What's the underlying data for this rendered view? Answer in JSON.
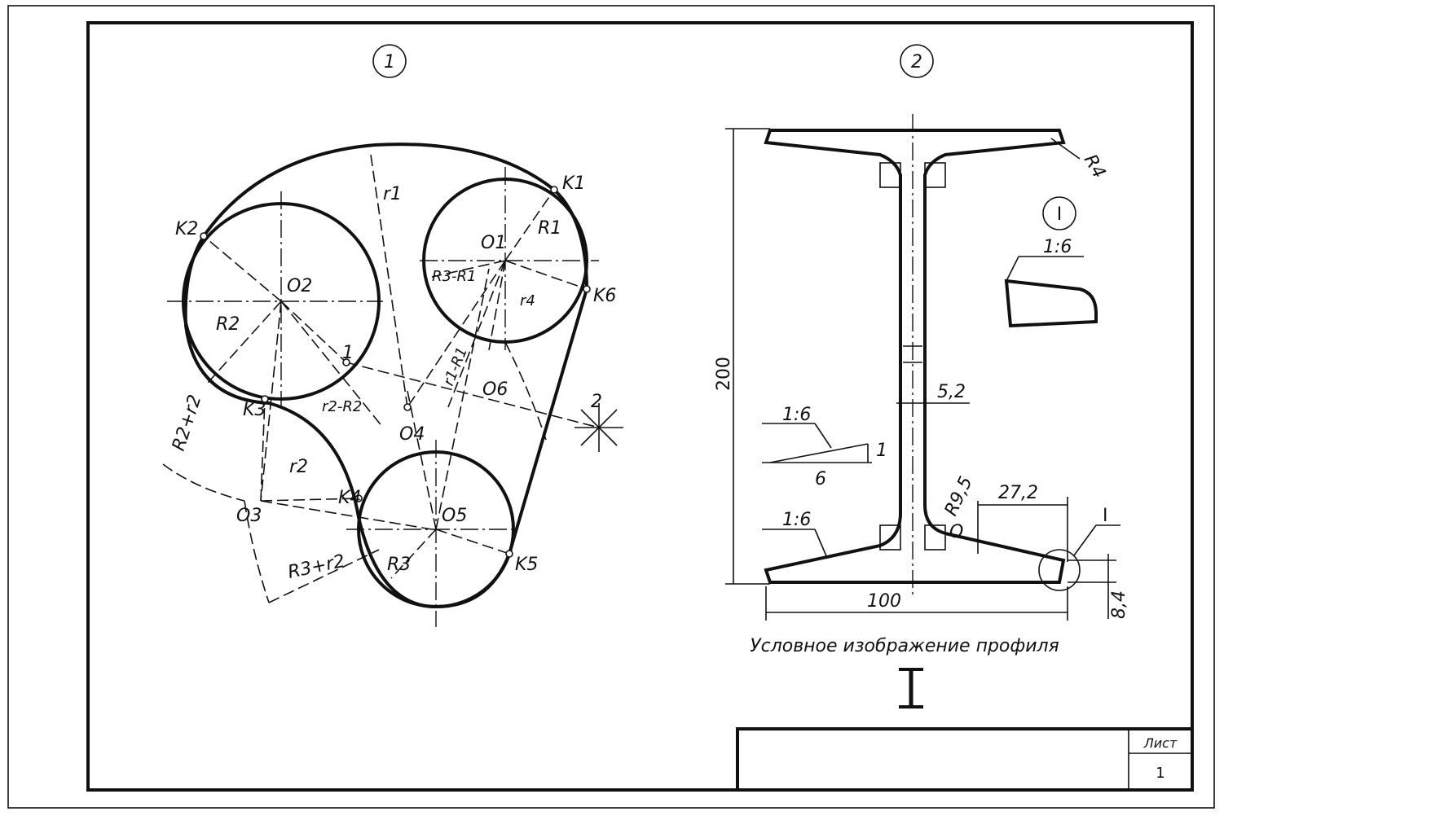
{
  "view1": {
    "number": "1",
    "points": {
      "o1": "O1",
      "o2": "O2",
      "o3": "O3",
      "o4": "O4",
      "o5": "O5",
      "o6": "O6",
      "k1": "K1",
      "k2": "K2",
      "k3": "K3",
      "k4": "K4",
      "k5": "K5",
      "k6": "K6",
      "p1": "1",
      "p2": "2"
    },
    "dims": {
      "r1": "R1",
      "r2": "R2",
      "r3": "R3",
      "rr1": "r1",
      "rr2": "r2",
      "r4": "r4",
      "r3_minus_r1": "R3-R1",
      "r2_plus_rr2": "R2+r2",
      "r3_plus_rr2": "R3+r2",
      "rr2_minus_r2": "r2-R2",
      "rr1_minus_r1": "r1-R1"
    }
  },
  "view2": {
    "number": "2",
    "dims": {
      "height": "200",
      "width": "100",
      "web": "5,2",
      "flange_radius": "R9,5",
      "offset": "27,2",
      "thickness": "8,4",
      "edge_radius": "R4",
      "slope": "1:6",
      "slope_base": "6",
      "slope_rise": "1"
    },
    "detail": {
      "label": "I",
      "slope": "1:6"
    },
    "caption": "Условное изображение профиля",
    "symbol": "I"
  },
  "title_block": {
    "sheet_label": "Лист",
    "sheet_number": "1"
  }
}
